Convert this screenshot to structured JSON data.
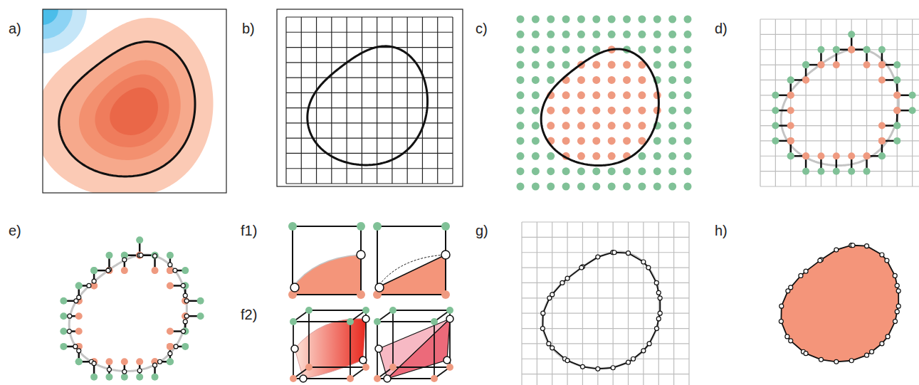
{
  "diagram": {
    "labels": [
      "a)",
      "b)",
      "c)",
      "d)",
      "e)",
      "f1)",
      "f2)",
      "g)",
      "h)"
    ]
  }
}
